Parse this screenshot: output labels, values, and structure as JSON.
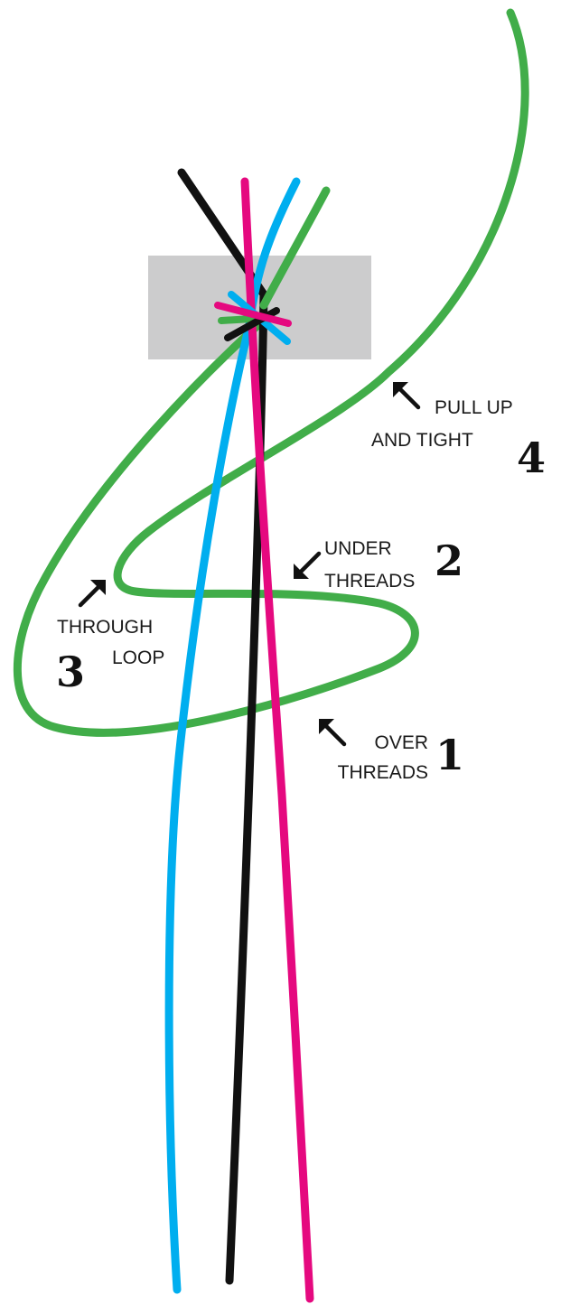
{
  "colors": {
    "background": "#ffffff",
    "knot_area": "#cccccd",
    "thread_black": "#111111",
    "thread_pink": "#e5097f",
    "thread_blue": "#00aeef",
    "thread_green": "#41ad49",
    "arrow": "#111111"
  },
  "steps": [
    {
      "number": "1",
      "line1": "OVER",
      "line2": "THREADS",
      "arrow": "up-left"
    },
    {
      "number": "2",
      "line1": "UNDER",
      "line2": "THREADS",
      "arrow": "down-left"
    },
    {
      "number": "3",
      "line1": "THROUGH",
      "line2": "LOOP",
      "arrow": "up-right"
    },
    {
      "number": "4",
      "line1": "PULL UP",
      "line2": "AND TIGHT",
      "arrow": "up-left"
    }
  ]
}
